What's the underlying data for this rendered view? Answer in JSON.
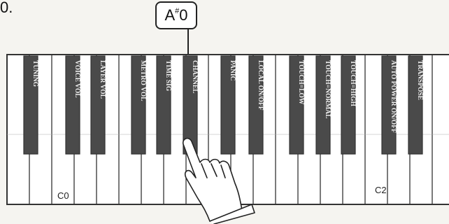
{
  "step": {
    "number": "0."
  },
  "callout": {
    "note": "A",
    "sharp": "#",
    "octave": "0"
  },
  "keys": [
    "TUNING",
    "VOICE VOL",
    "LAYER VOL",
    "METRO VOL",
    "TIME SIG",
    "CHANNEL",
    "PANIC",
    "LOCAL ON/OFF",
    "TOUCH=LOW",
    "TOUCH=NORMAL",
    "TOUCH=HIGH",
    "AUTO POWER ON/OFF",
    "TRANSPOSE"
  ],
  "octave_labels": {
    "c0": "C0",
    "c2": "C2"
  },
  "colors": {
    "black_key": "#4a4a4a",
    "outline": "#333333",
    "white_key": "#ffffff",
    "background": "#f5f4f0"
  },
  "icons": {
    "hand": "pointing-hand-icon"
  }
}
